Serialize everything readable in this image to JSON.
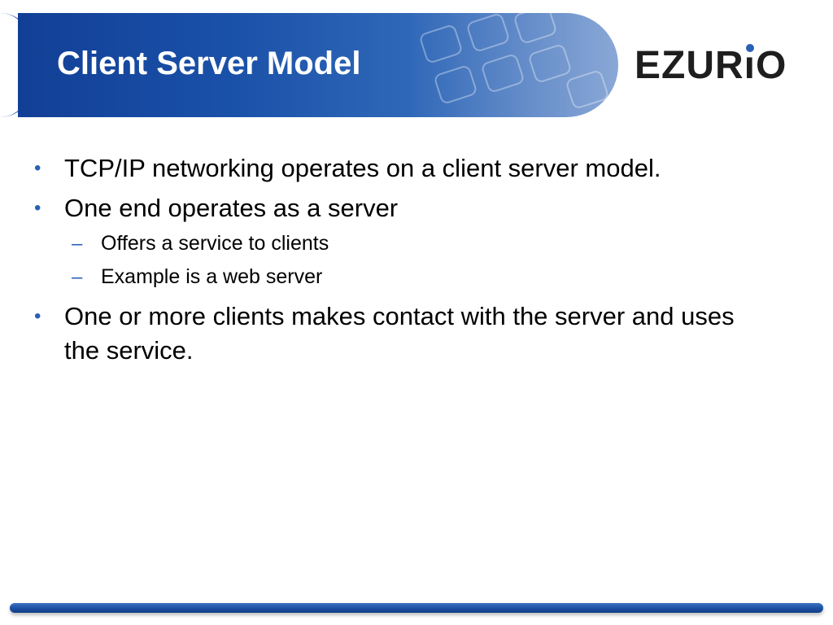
{
  "slide": {
    "title": "Client Server Model",
    "logo": {
      "part1": "EZUR",
      "i": "ı",
      "part2": "O",
      "dot_color": "#2a61b6"
    }
  },
  "bullets": [
    {
      "marker": "•",
      "text": "TCP/IP networking operates on a client server model.",
      "sub": []
    },
    {
      "marker": "•",
      "text": "One end operates as a server",
      "sub": [
        {
          "marker": "–",
          "text": "Offers a service to clients"
        },
        {
          "marker": "–",
          "text": "Example is a web server"
        }
      ]
    },
    {
      "marker": "•",
      "text": "One or more clients makes contact with the server and uses the service.",
      "sub": []
    }
  ],
  "theme": {
    "banner_color": "#1a51a8",
    "accent": "#2a61b6"
  }
}
